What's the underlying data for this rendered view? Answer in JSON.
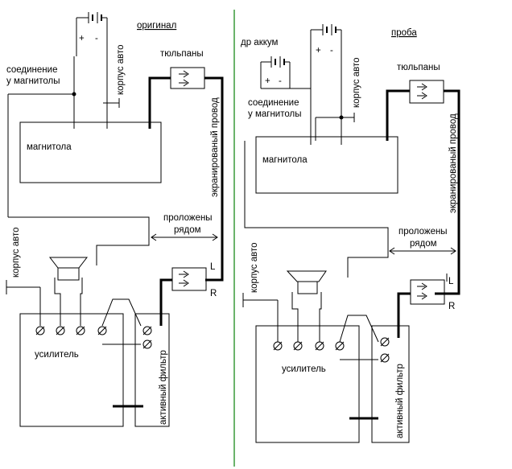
{
  "left": {
    "heading": "оригинал",
    "connection_line1": "соединение",
    "connection_line2": "у магнитолы",
    "plus": "+",
    "minus": "-",
    "car_body_top": "корпус авто",
    "tulips": "тюльпаны",
    "headunit": "магнитола",
    "shielded_wire": "экранированый провод",
    "laid_line1": "проложены",
    "laid_line2": "рядом",
    "car_body_left": "корпус авто",
    "ch_L": "L",
    "ch_R": "R",
    "amplifier": "усилитель",
    "active_filter": "активный фильтр"
  },
  "right": {
    "heading": "проба",
    "extra_battery": "др аккум",
    "plus_small": "+",
    "minus_small": "-",
    "plus": "+",
    "minus": "-",
    "car_body_top": "корпус авто",
    "tulips": "тюльпаны",
    "connection_line1": "соединение",
    "connection_line2": "у магнитолы",
    "headunit": "магнитола",
    "shielded_wire": "экранированый провод",
    "laid_line1": "проложены",
    "laid_line2": "рядом",
    "car_body_left": "корпус авто",
    "ch_L": "L",
    "ch_R": "R",
    "amplifier": "усилитель",
    "active_filter": "активный фильтр"
  },
  "divider_color": "#3a9a3a"
}
